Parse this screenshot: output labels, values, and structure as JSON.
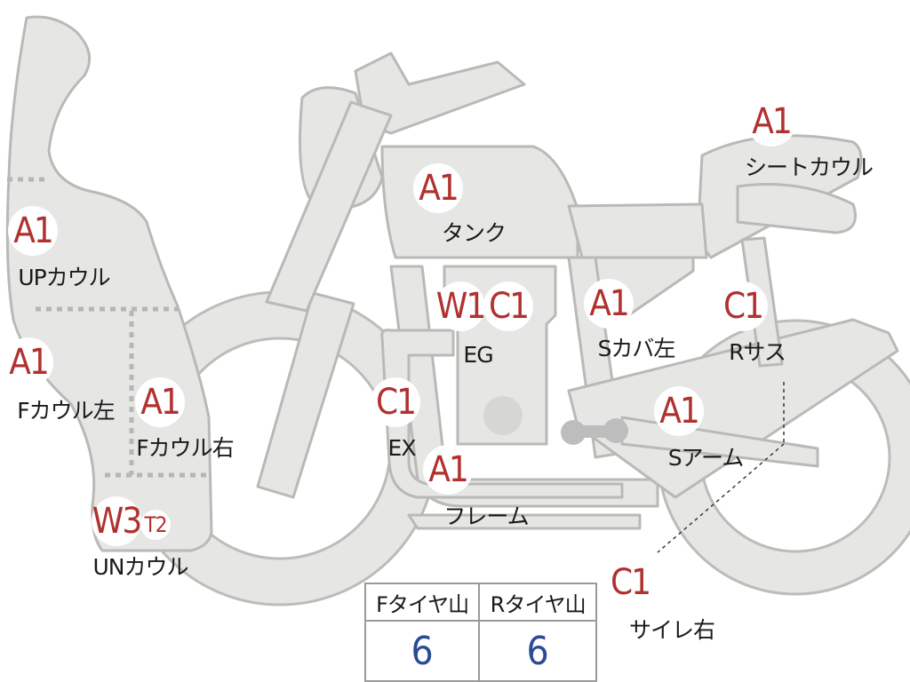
{
  "badges": [
    {
      "id": "tank",
      "code": "A1"
    },
    {
      "id": "seat-cowl",
      "code": "A1"
    },
    {
      "id": "up-cowl",
      "code": "A1"
    },
    {
      "id": "f-cowl-left",
      "code": "A1"
    },
    {
      "id": "f-cowl-right",
      "code": "A1"
    },
    {
      "id": "engine-w",
      "code": "W1"
    },
    {
      "id": "engine-c",
      "code": "C1"
    },
    {
      "id": "s-cover-left",
      "code": "A1"
    },
    {
      "id": "r-suspension",
      "code": "C1"
    },
    {
      "id": "exhaust",
      "code": "C1"
    },
    {
      "id": "frame",
      "code": "A1"
    },
    {
      "id": "swing-arm",
      "code": "A1"
    },
    {
      "id": "un-cowl-w",
      "code": "W3"
    },
    {
      "id": "un-cowl-t",
      "code": "T2"
    },
    {
      "id": "silencer-right",
      "code": "C1"
    }
  ],
  "labels": {
    "tank": "タンク",
    "seat_cowl": "シートカウル",
    "up_cowl": "UPカウル",
    "f_cowl_left": "Fカウル左",
    "f_cowl_right": "Fカウル右",
    "engine": "EG",
    "s_cover_left": "Sカバ左",
    "r_suspension": "Rサス",
    "exhaust": "EX",
    "frame": "フレーム",
    "swing_arm": "Sアーム",
    "un_cowl": "UNカウル",
    "silencer_right": "サイレ右"
  },
  "tire_table": {
    "headers": [
      "Fタイヤ山",
      "Rタイヤ山"
    ],
    "values": [
      "6",
      "6"
    ]
  },
  "colors": {
    "body_fill": "#e6e6e4",
    "outline": "#b9b9b6",
    "badge_text": "#b0312f",
    "value_text": "#2a4b96"
  }
}
